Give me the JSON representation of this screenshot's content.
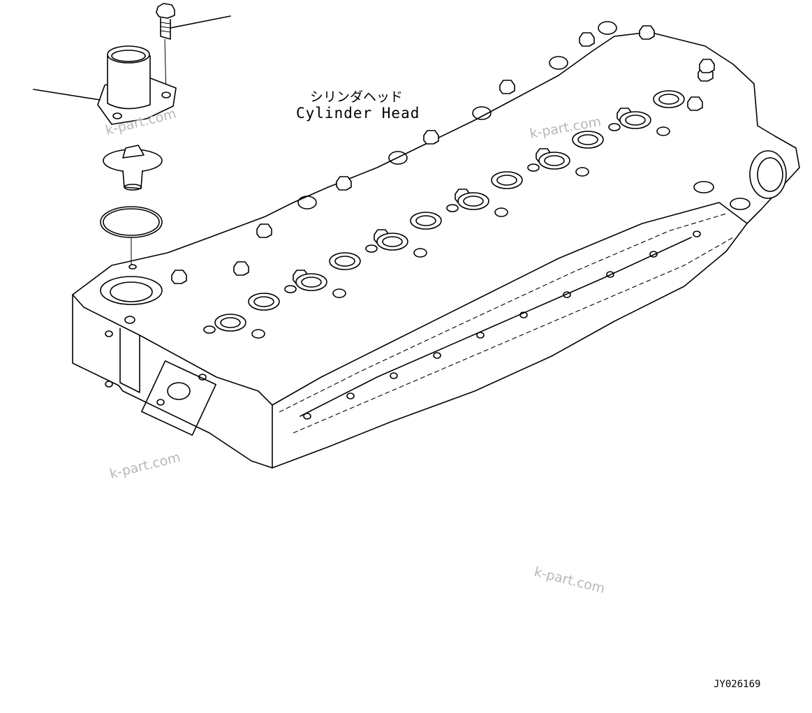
{
  "labels": {
    "part_name_jp": "シリンダヘッド",
    "part_name_en": "Cylinder Head",
    "figure_code": "JY026169"
  },
  "watermark": {
    "text": "k-part.com"
  }
}
